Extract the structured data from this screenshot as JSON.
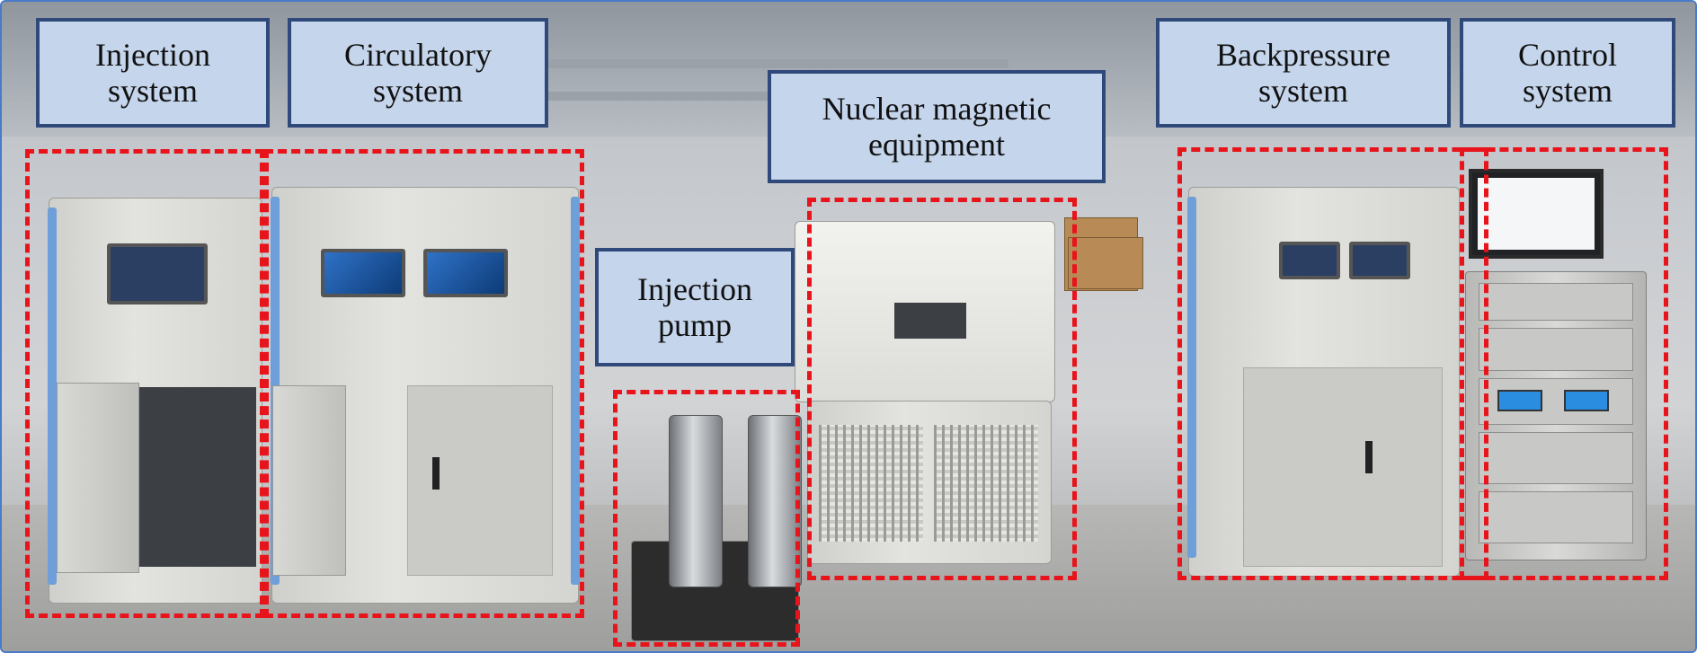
{
  "labels": {
    "injection_system": [
      "Injection",
      "system"
    ],
    "circulatory_system": [
      "Circulatory",
      "system"
    ],
    "nuclear_magnetic": [
      "Nuclear magnetic",
      "equipment"
    ],
    "injection_pump": [
      "Injection",
      "pump"
    ],
    "backpressure_system": [
      "Backpressure",
      "system"
    ],
    "control_system": [
      "Control",
      "system"
    ]
  },
  "colors": {
    "region_outline": "#e8141b",
    "label_fill": "#c5d5ec",
    "label_border": "#2f4a7a",
    "frame_border": "#4a7bc8"
  }
}
